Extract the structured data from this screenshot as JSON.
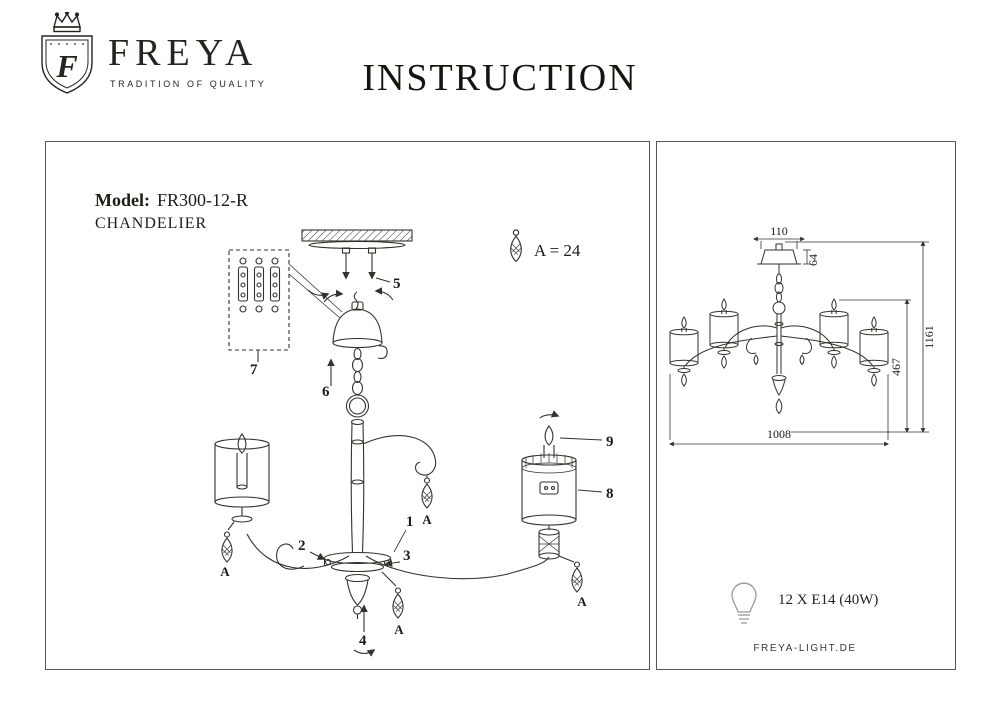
{
  "brand": {
    "name": "FREYA",
    "tagline": "TRADITION OF QUALITY",
    "monogram": "F"
  },
  "title": "INSTRUCTION",
  "left_panel": {
    "model_label": "Model:",
    "model_value": "FR300-12-R",
    "product_type": "CHANDELIER",
    "crystal_count_note": "A = 24",
    "crystal_marker": "A",
    "part_numbers": [
      "1",
      "2",
      "3",
      "4",
      "5",
      "6",
      "7",
      "8",
      "9"
    ]
  },
  "right_panel": {
    "dimensions": {
      "canopy_width": "110",
      "canopy_height": "64",
      "total_height": "1161",
      "body_height": "467",
      "span": "1008"
    },
    "bulb_spec": "12 X E14 (40W)",
    "website": "FREYA-LIGHT.DE"
  },
  "icons": {
    "logo_icon": "crown-shield-monogram",
    "crystal_icon": "crystal-drop",
    "bulb_icon": "light-bulb-outline"
  },
  "colors": {
    "ink": "#34322a",
    "light_stroke": "#9a9a94",
    "background": "#ffffff"
  }
}
